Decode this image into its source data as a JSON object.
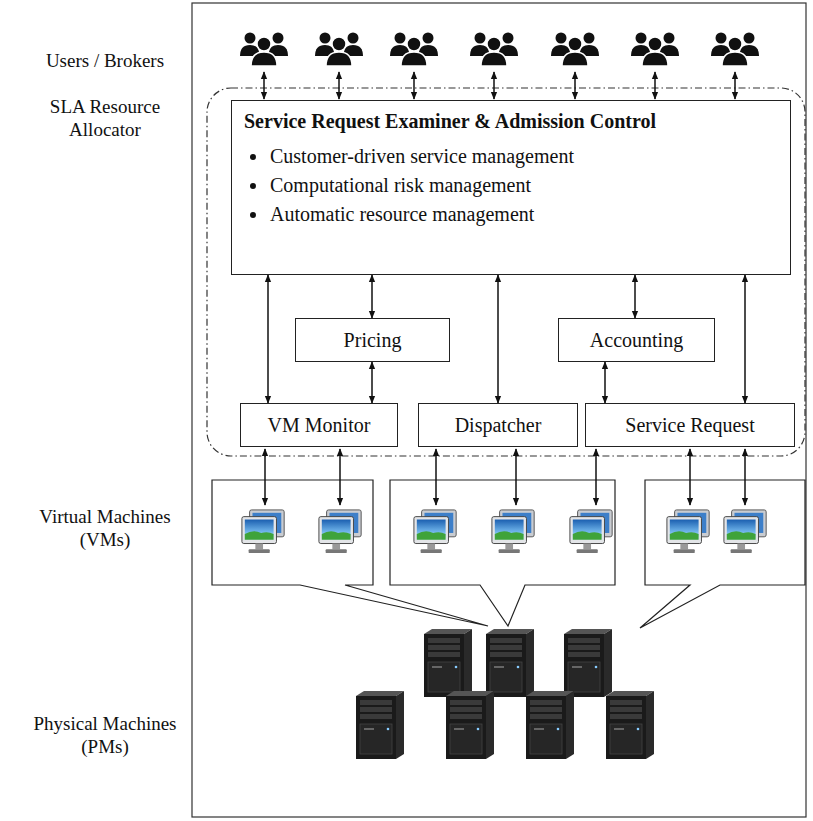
{
  "diagram": {
    "nodes": [
      {
        "text": [
          "Service Request Examiner & Admission Control",
          "Customer-driven service management",
          "Computational risk management",
          "Automatic resource management"
        ]
      },
      {
        "text": [
          "Pricing"
        ]
      },
      {
        "text": [
          "Accounting"
        ]
      },
      {
        "text": [
          "VM Monitor"
        ]
      },
      {
        "text": [
          "Dispatcher"
        ]
      },
      {
        "text": [
          "Service Request"
        ]
      }
    ],
    "edges": [
      {
        "from": 0,
        "to": 1,
        "arrow": "both"
      },
      {
        "from": 0,
        "to": 3,
        "arrow": "both"
      },
      {
        "from": 1,
        "to": 3,
        "arrow": "both"
      },
      {
        "from": 0,
        "to": 4,
        "arrow": "both"
      },
      {
        "from": 0,
        "to": 2,
        "arrow": "both"
      },
      {
        "from": 2,
        "to": 5,
        "arrow": "both"
      },
      {
        "from": 0,
        "to": 5,
        "arrow": "both"
      }
    ],
    "labels": [
      "Users / Brokers",
      "SLA Resource Allocator",
      "Virtual Machines (VMs)",
      "Physical Machines (PMs)"
    ]
  }
}
